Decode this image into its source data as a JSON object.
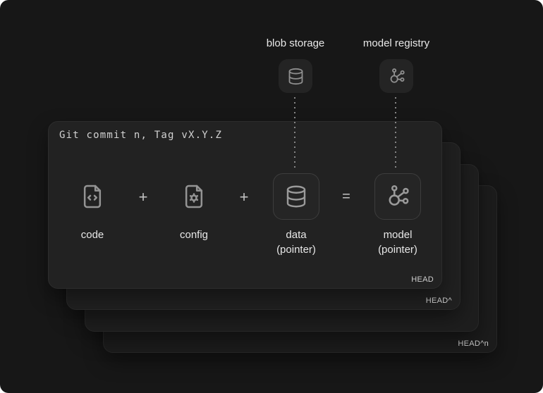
{
  "external": {
    "blob_storage": {
      "label": "blob storage",
      "icon": "database-icon"
    },
    "model_registry": {
      "label": "model registry",
      "icon": "network-icon"
    }
  },
  "commit_card": {
    "title": "Git commit n, Tag vX.Y.Z",
    "items": [
      {
        "label": "code",
        "icon": "file-code-icon"
      },
      {
        "label": "config",
        "icon": "file-cog-icon"
      },
      {
        "label": "data",
        "sublabel": "(pointer)",
        "icon": "database-icon"
      },
      {
        "label": "model",
        "sublabel": "(pointer)",
        "icon": "network-icon"
      }
    ],
    "operators": {
      "plus": "+",
      "equals": "="
    },
    "head_label": "HEAD"
  },
  "stacked_cards": [
    {
      "head_label": "HEAD^"
    },
    {
      "head_label": ""
    },
    {
      "head_label": "HEAD^n"
    }
  ],
  "colors": {
    "page_bg": "#171717",
    "card_bg": "#222222",
    "tile_bg": "#242424",
    "outlined_box_border": "#3d3d3d",
    "icon_stroke": "#949494",
    "label_text": "#e8e8e8",
    "mono_text": "#d2d2d2",
    "head_text": "#cfcfcf"
  }
}
